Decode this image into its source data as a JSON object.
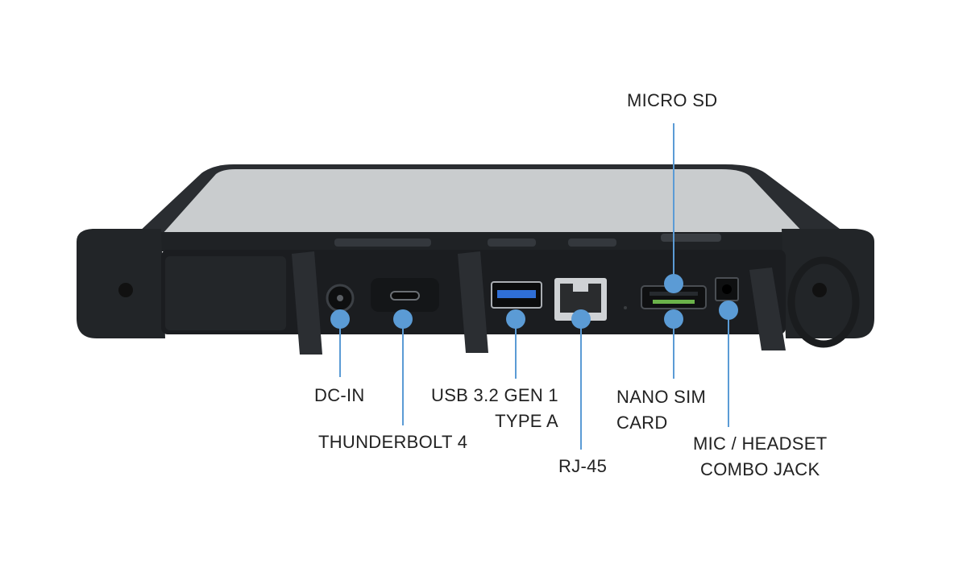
{
  "colors": {
    "callout": "#5b9bd5",
    "device_body": "#24272b",
    "device_panel": "#1b1d20",
    "screen": "#c9ccce"
  },
  "callouts": [
    {
      "id": "micro-sd",
      "lines": [
        "MICRO SD"
      ]
    },
    {
      "id": "dc-in",
      "lines": [
        "DC-IN"
      ]
    },
    {
      "id": "thunderbolt-4",
      "lines": [
        "THUNDERBOLT 4"
      ]
    },
    {
      "id": "usb-32-gen1-type-a",
      "lines": [
        "USB 3.2 GEN 1",
        "TYPE A"
      ]
    },
    {
      "id": "rj-45",
      "lines": [
        "RJ-45"
      ]
    },
    {
      "id": "nano-sim",
      "lines": [
        "NANO SIM",
        "CARD"
      ]
    },
    {
      "id": "mic-headset",
      "lines": [
        "MIC / HEADSET",
        "COMBO JACK"
      ]
    }
  ]
}
